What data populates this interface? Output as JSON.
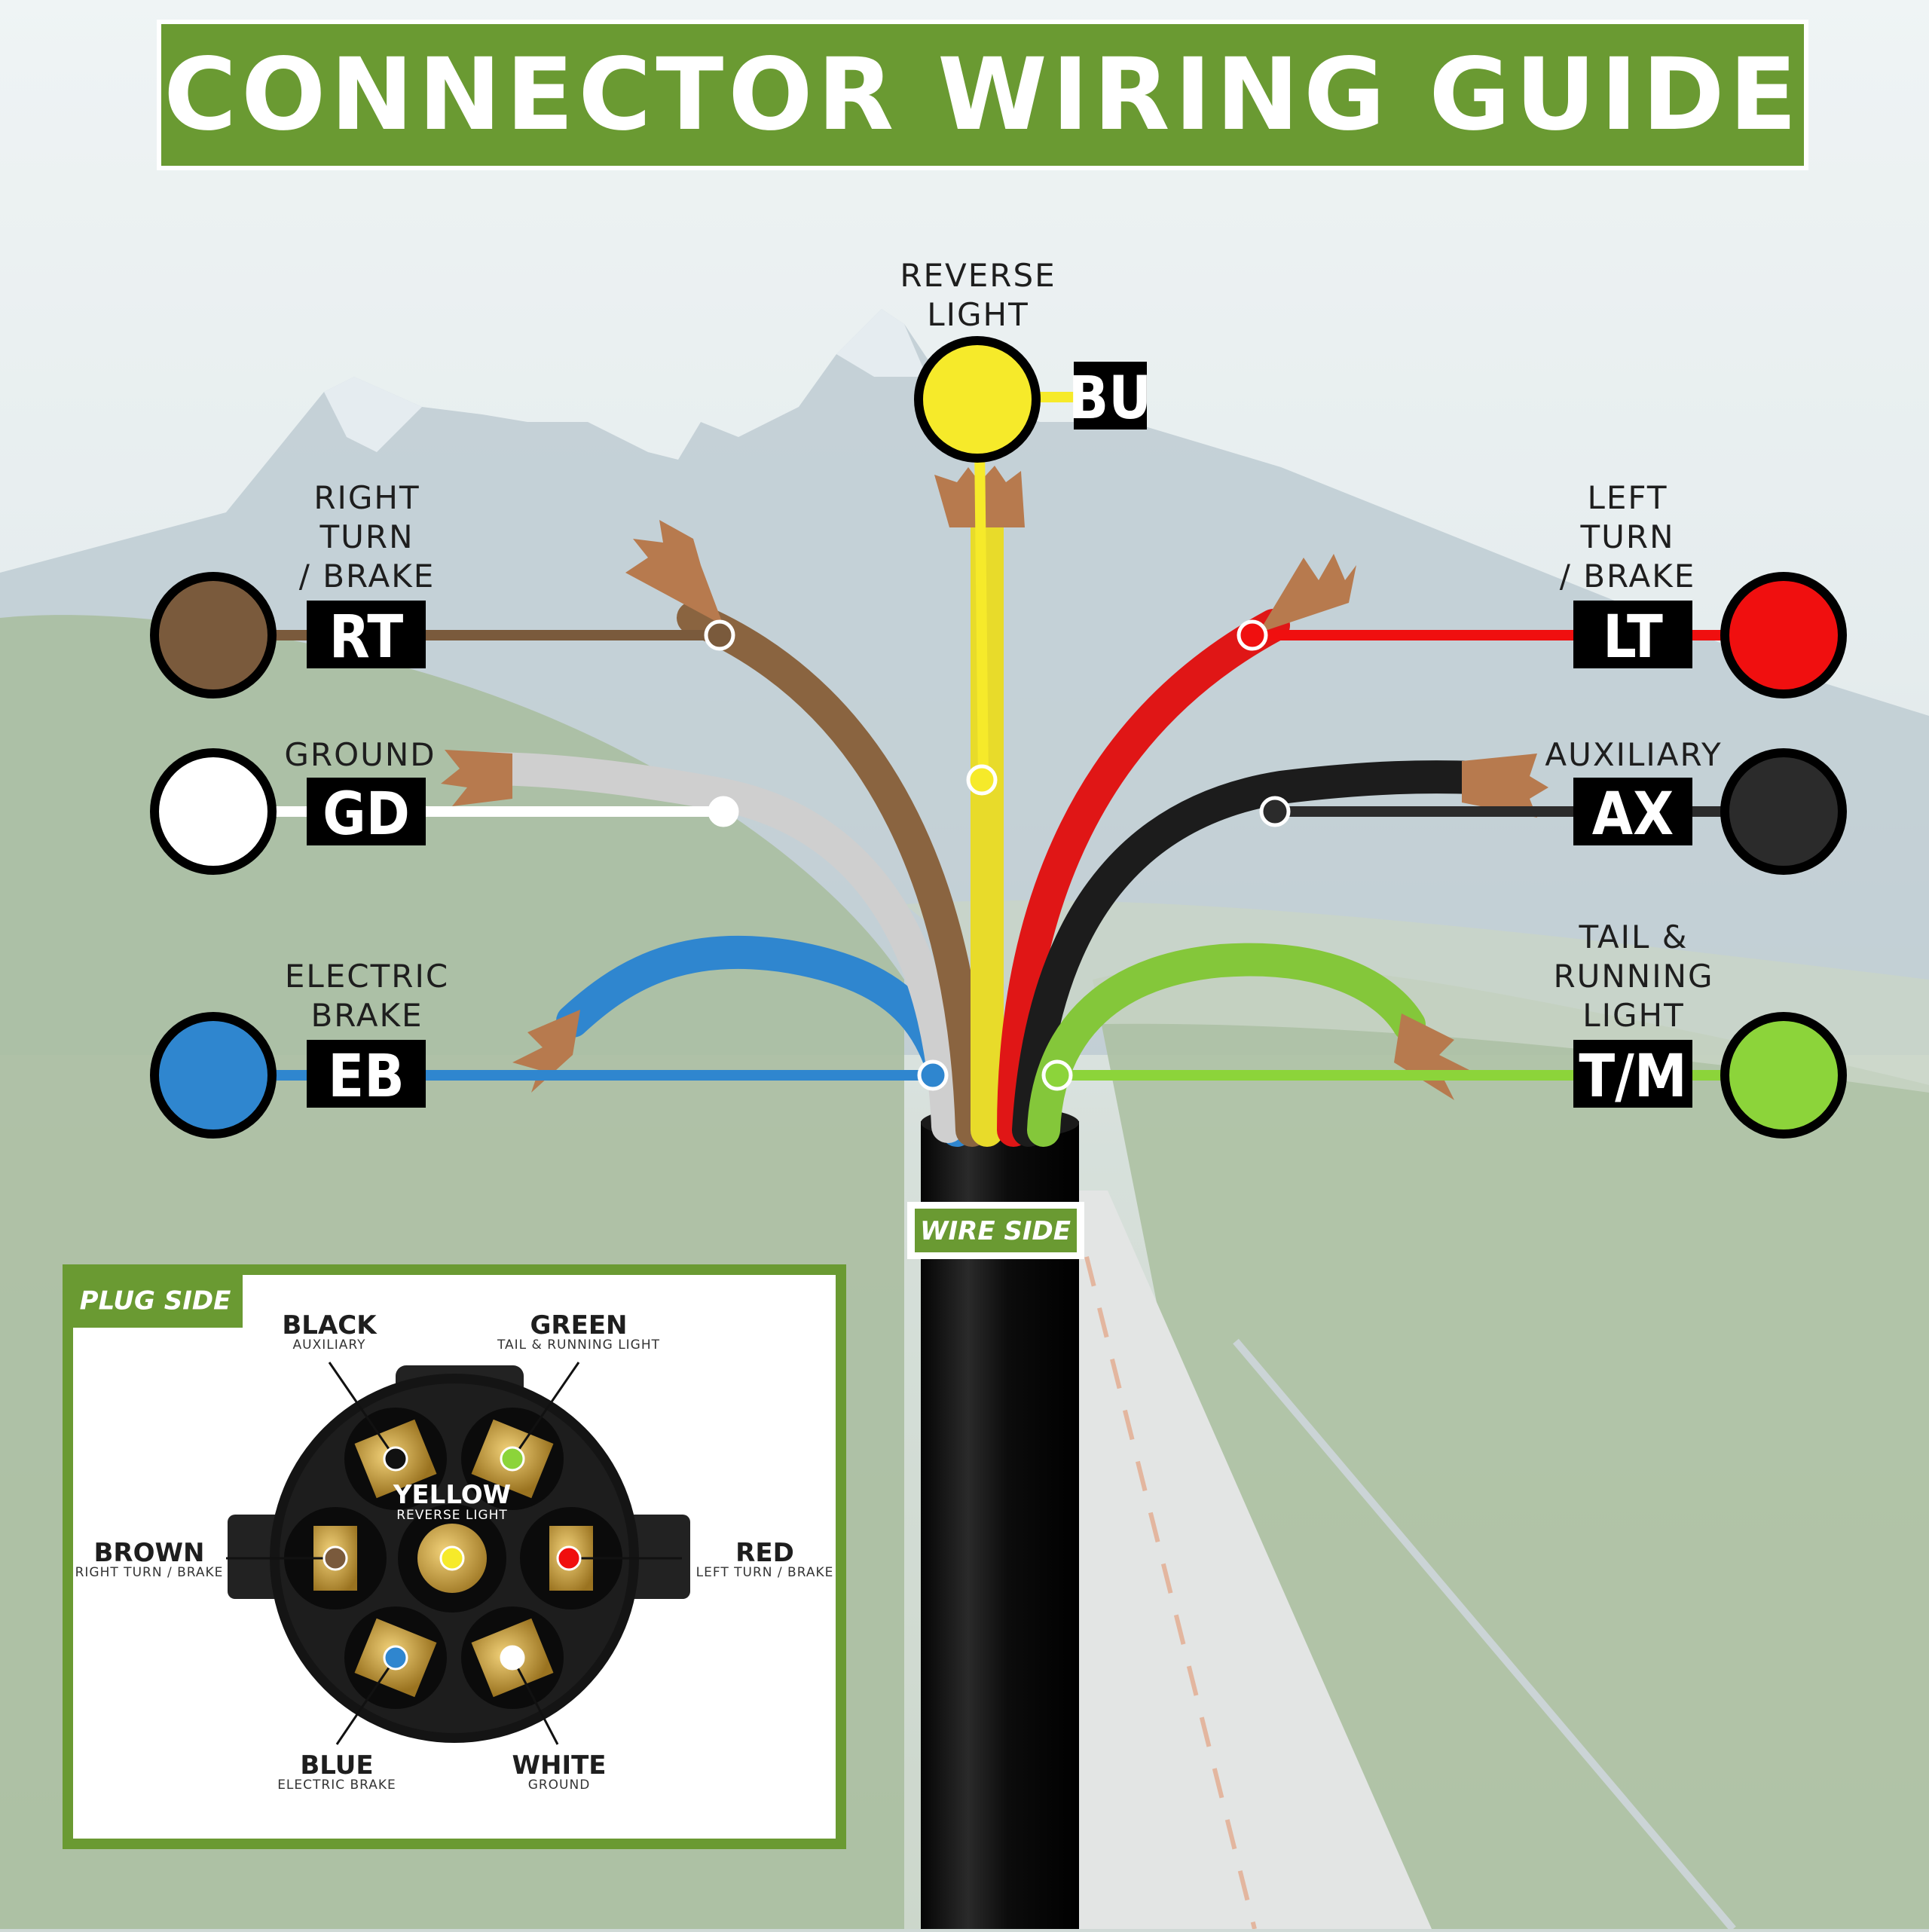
{
  "title": "CONNECTOR WIRING GUIDE",
  "wire_side_label": "WIRE SIDE",
  "plug_side_label": "PLUG SIDE",
  "colors": {
    "brand_green": "#6a9a32",
    "yellow": "#f6ea2a",
    "brown": "#7a5a3c",
    "white": "#ffffff",
    "blue": "#2f86cf",
    "red": "#f00f0f",
    "black": "#2b2b2b",
    "green": "#8cd43a"
  },
  "wires": {
    "bu": {
      "label_line1": "REVERSE",
      "label_line2": "LIGHT",
      "label_line3": "",
      "code": "BU"
    },
    "rt": {
      "label_line1": "RIGHT",
      "label_line2": "TURN",
      "label_line3": "/ BRAKE",
      "code": "RT"
    },
    "gd": {
      "label_line1": "GROUND",
      "label_line2": "",
      "label_line3": "",
      "code": "GD"
    },
    "eb": {
      "label_line1": "ELECTRIC",
      "label_line2": "BRAKE",
      "label_line3": "",
      "code": "EB"
    },
    "lt": {
      "label_line1": "LEFT",
      "label_line2": "TURN",
      "label_line3": "/ BRAKE",
      "code": "LT"
    },
    "ax": {
      "label_line1": "AUXILIARY",
      "label_line2": "",
      "label_line3": "",
      "code": "AX"
    },
    "tm": {
      "label_line1": "TAIL &",
      "label_line2": "RUNNING",
      "label_line3": "LIGHT",
      "code": "T/M"
    }
  },
  "plug_pins": {
    "black": {
      "name": "BLACK",
      "desc": "AUXILIARY"
    },
    "green": {
      "name": "GREEN",
      "desc": "TAIL & RUNNING LIGHT"
    },
    "yellow": {
      "name": "YELLOW",
      "desc": "REVERSE LIGHT"
    },
    "brown": {
      "name": "BROWN",
      "desc": "RIGHT TURN / BRAKE"
    },
    "red": {
      "name": "RED",
      "desc": "LEFT TURN / BRAKE"
    },
    "blue": {
      "name": "BLUE",
      "desc": "ELECTRIC BRAKE"
    },
    "white": {
      "name": "WHITE",
      "desc": "GROUND"
    }
  }
}
